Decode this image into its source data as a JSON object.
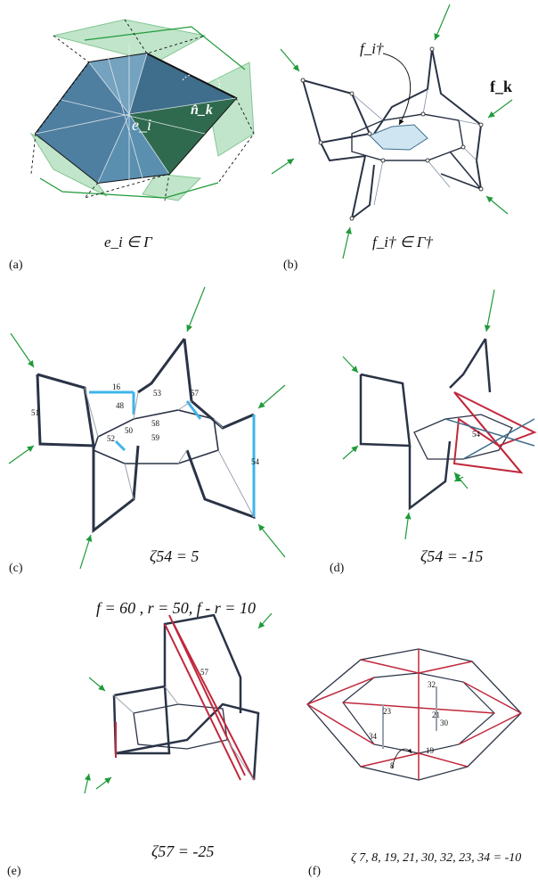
{
  "panels": {
    "a": {
      "label": "(a)",
      "caption": "e_i ∈ Γ",
      "inner_symbol": "e_i",
      "normal_symbol": "n̂_k"
    },
    "b": {
      "label": "(b)",
      "caption": "f_i† ∈ Γ†",
      "face_symbol": "f_i†",
      "force_symbol": "f_k"
    },
    "c": {
      "label": "(c)",
      "caption": "ζ54 = 5",
      "edge_numbers": [
        "16",
        "48",
        "53",
        "57",
        "51",
        "58",
        "50",
        "59",
        "52",
        "54"
      ]
    },
    "d": {
      "label": "(d)",
      "caption": "ζ54 = -15",
      "edge_numbers": [
        "54"
      ]
    },
    "e": {
      "label": "(e)",
      "caption": "ζ57 = -25",
      "edge_numbers": [
        "57"
      ]
    },
    "f": {
      "label": "(f)",
      "caption": "ζ 7, 8, 19, 21, 30, 32, 23, 34 = -10",
      "edge_numbers": [
        "23",
        "32",
        "21",
        "30",
        "34",
        "19",
        "8"
      ]
    }
  },
  "counts_line": "f = 60 ,  r = 50,  f - r = 10",
  "colors": {
    "edge": "#2a3346",
    "force": "#1f9a3a",
    "highlight": "#3fb4e8",
    "negative": "#c0283c",
    "face_fill": "#3f6e8c",
    "green_fill": "#8fd1a0"
  }
}
